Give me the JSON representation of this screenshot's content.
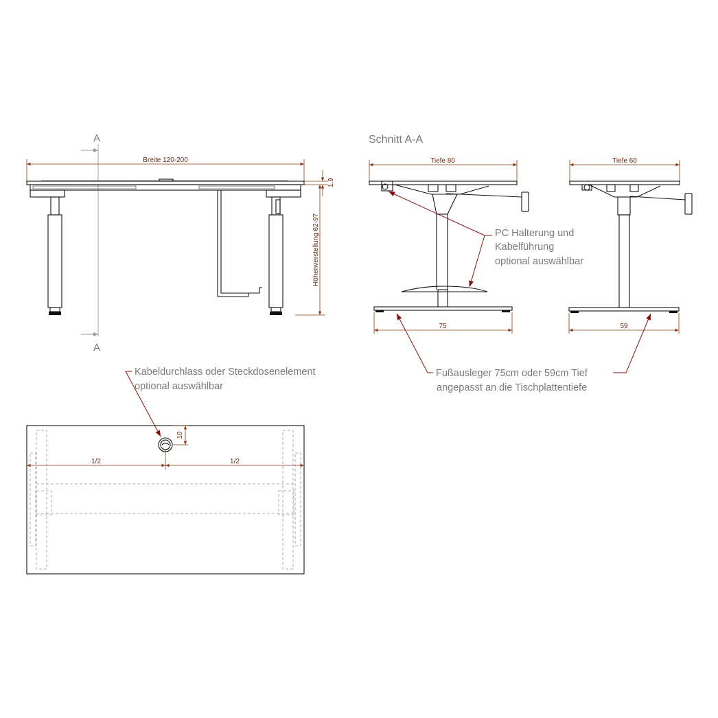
{
  "section_markers": {
    "top_letter": "A",
    "bottom_letter": "A"
  },
  "front_view": {
    "width_label": "Breite 120-200",
    "top_thickness_label": "1.9",
    "height_label": "Höhenverstellung 62-97"
  },
  "section_view": {
    "title": "Schnitt A-A",
    "depth80_label": "Tiefe 80",
    "depth60_label": "Tiefe 60",
    "foot75_label": "75",
    "foot59_label": "59"
  },
  "callouts": {
    "pc_holder": [
      "PC Halterung und",
      "Kabelführung",
      "optional auswählbar"
    ],
    "cable_port": [
      "Kabeldurchlass oder Steckdosenelement",
      "optional auswählbar"
    ],
    "foot_extension": [
      "Fußausleger 75cm oder 59cm Tief",
      "angepasst an die Tischplattentiefe"
    ]
  },
  "top_view": {
    "grommet_offset_label": "10",
    "half_left_label": "1/2",
    "half_right_label": "1/2"
  },
  "colors": {
    "dimension": "#8a3a18",
    "leader": "#8a1010",
    "text_grey": "#7a7a7a",
    "line": "#111111"
  }
}
